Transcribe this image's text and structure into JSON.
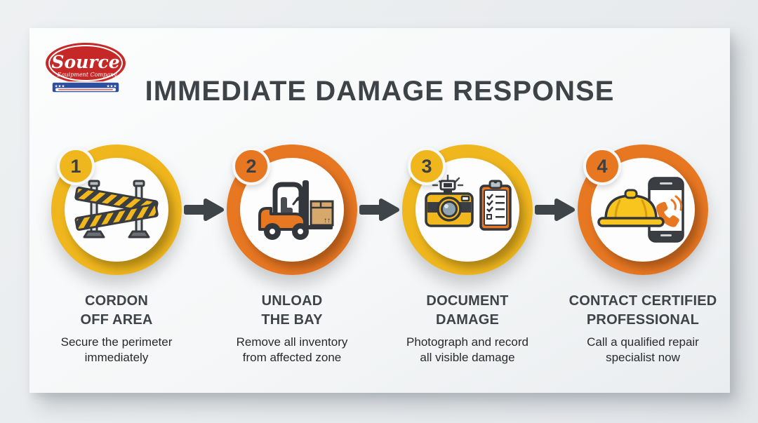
{
  "logo": {
    "icon": "source-equipment-company-logo",
    "name_line1": "Source",
    "name_line2": "Equipment Company",
    "banner_stars_left": "★★★",
    "banner_stars_right": "★★★"
  },
  "title": "IMMEDIATE DAMAGE RESPONSE",
  "colors": {
    "yellow": "#efb61d",
    "orange": "#e87722",
    "dark_text": "#3e4347",
    "arrow": "#3f4449",
    "card_bg": "#f5f7f8",
    "page_bg": "#e8ebed",
    "logo_red": "#c62828",
    "logo_blue": "#2e4f9e"
  },
  "steps": [
    {
      "number": "1",
      "ring_color": "#efb61d",
      "icon": "barricade-icon",
      "title_line1": "CORDON",
      "title_line2": "OFF AREA",
      "desc_line1": "Secure the perimeter",
      "desc_line2": "immediately"
    },
    {
      "number": "2",
      "ring_color": "#e87722",
      "icon": "forklift-icon",
      "title_line1": "UNLOAD",
      "title_line2": "THE BAY",
      "desc_line1": "Remove all inventory",
      "desc_line2": "from affected zone"
    },
    {
      "number": "3",
      "ring_color": "#efb61d",
      "icon": "camera-clipboard-icon",
      "title_line1": "DOCUMENT",
      "title_line2": "DAMAGE",
      "desc_line1": "Photograph and record",
      "desc_line2": "all visible damage"
    },
    {
      "number": "4",
      "ring_color": "#e87722",
      "icon": "hardhat-phone-icon",
      "title_line1": "CONTACT CERTIFIED",
      "title_line2": "PROFESSIONAL",
      "desc_line1": "Call a qualified repair",
      "desc_line2": "specialist now"
    }
  ]
}
